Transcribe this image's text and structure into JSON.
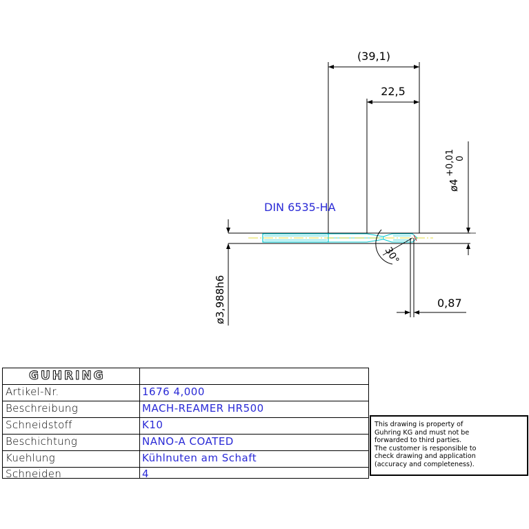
{
  "drawing": {
    "dim_overall": "(39,1)",
    "dim_shank_length": "22,5",
    "dim_tip_diameter_main": "ø4",
    "dim_tip_tolerance_upper": "+0,01",
    "dim_tip_tolerance_lower": "0",
    "dim_shank_diameter": "ø3,988h6",
    "dim_chamfer": "0,87",
    "angle_label": "30°",
    "standard_label": "DIN 6535-HA"
  },
  "title_block": {
    "logo": "GUHRING",
    "rows": [
      {
        "label": "Artikel-Nr.",
        "value": "1676 4,000"
      },
      {
        "label": "Beschreibung",
        "value": "MACH-REAMER HR500"
      },
      {
        "label": "Schneidstoff",
        "value": "K10"
      },
      {
        "label": "Beschichtung",
        "value": "NANO-A COATED"
      },
      {
        "label": "Kuehlung",
        "value": "Kühlnuten am Schaft"
      },
      {
        "label": "Schneiden",
        "value": "4"
      }
    ]
  },
  "disclaimer": {
    "lines": [
      "This drawing is property of",
      "Guhring KG and must not be",
      "forwarded to third parties.",
      "The customer is responsible to",
      "check drawing and application",
      "(accuracy and completeness)."
    ]
  },
  "colors": {
    "line": "#000000",
    "text_blue": "#2a2ad6",
    "tool_cyan": "#00c8d2",
    "centerline_yellow": "#d8d000",
    "accent_red": "#d02020"
  }
}
